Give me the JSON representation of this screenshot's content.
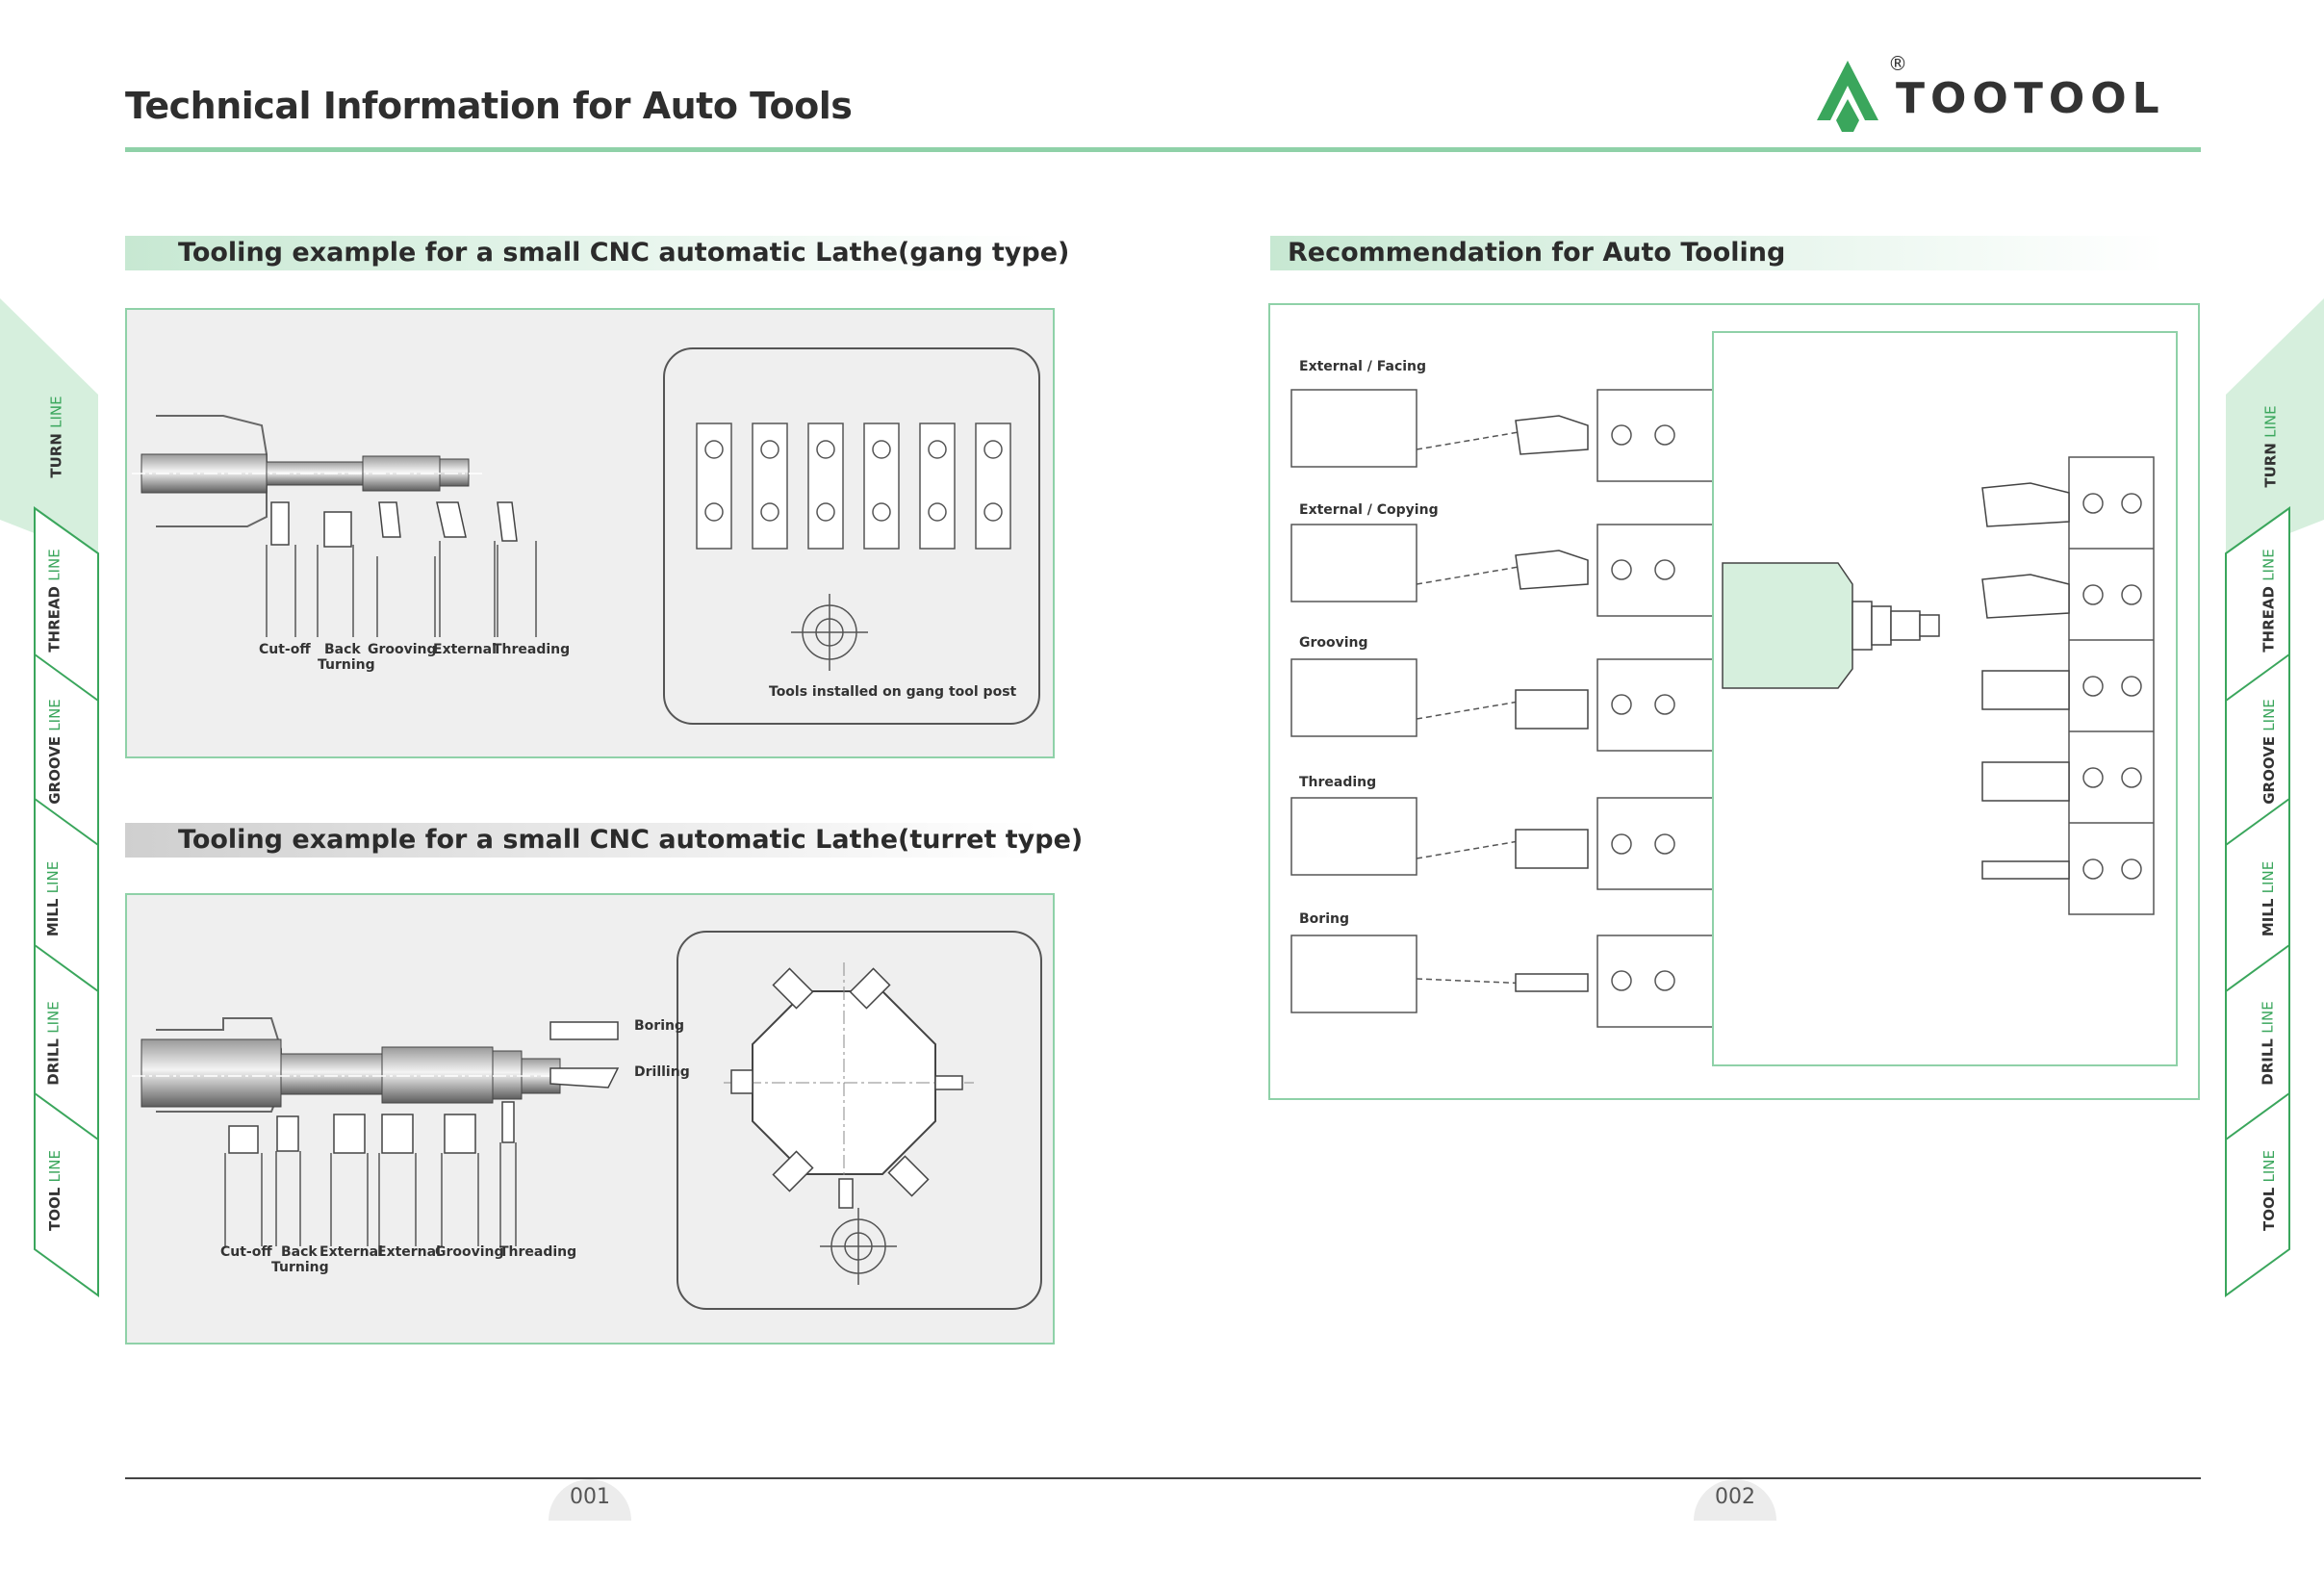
{
  "header": {
    "title": "Technical Information for Auto Tools",
    "brand": "TOOTOOL",
    "registered_mark": "®",
    "accent_color": "#3aa65c",
    "rule_color": "#8fd1a8"
  },
  "sections": {
    "gang": {
      "heading": "Tooling example for a small CNC automatic Lathe(gang type)",
      "tools": [
        "Cut-off",
        "Back",
        "Turning",
        "Grooving",
        "External",
        "Threading"
      ],
      "post_caption": "Tools installed on gang tool post"
    },
    "turret": {
      "heading": "Tooling example for a small CNC automatic Lathe(turret type)",
      "tools": [
        "Cut-off",
        "Back",
        "Turning",
        "External",
        "External",
        "Grooving",
        "Threading"
      ],
      "boring_label": "Boring",
      "drilling_label": "Drilling"
    },
    "recommendation": {
      "heading": "Recommendation for Auto Tooling",
      "operations": [
        "External / Facing",
        "External / Copying",
        "Grooving",
        "Threading",
        "Boring"
      ]
    }
  },
  "side_tabs": {
    "left": [
      {
        "main": "TURN",
        "suffix": "LINE"
      },
      {
        "main": "THREAD",
        "suffix": "LINE"
      },
      {
        "main": "GROOVE",
        "suffix": "LINE"
      },
      {
        "main": "MILL",
        "suffix": "LINE"
      },
      {
        "main": "DRILL",
        "suffix": "LINE"
      },
      {
        "main": "TOOL",
        "suffix": "LINE"
      }
    ],
    "right": [
      {
        "main": "TURN",
        "suffix": "LINE"
      },
      {
        "main": "THREAD",
        "suffix": "LINE"
      },
      {
        "main": "GROOVE",
        "suffix": "LINE"
      },
      {
        "main": "MILL",
        "suffix": "LINE"
      },
      {
        "main": "DRILL",
        "suffix": "LINE"
      },
      {
        "main": "TOOL",
        "suffix": "LINE"
      }
    ]
  },
  "footer": {
    "page_left": "001",
    "page_right": "002"
  }
}
